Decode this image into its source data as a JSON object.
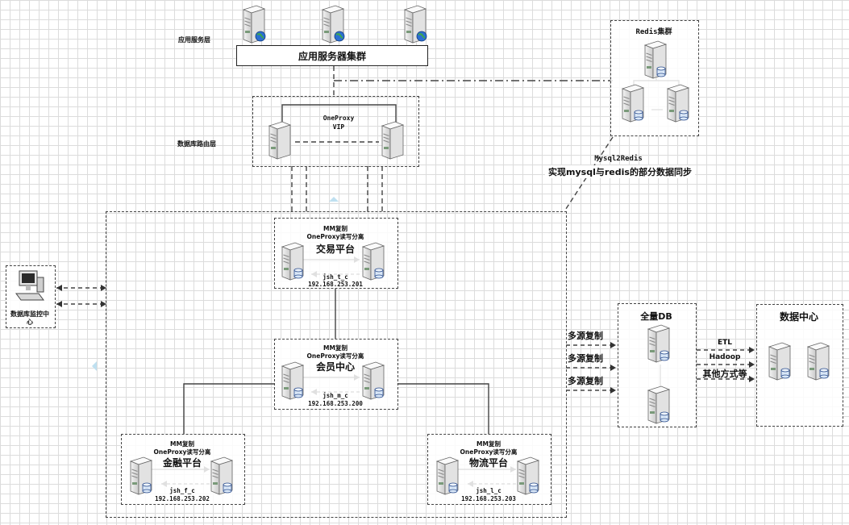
{
  "layers": {
    "app_layer": "应用服务层",
    "app_cluster": "应用服务器集群",
    "router_layer": "数据库路由层"
  },
  "oneproxy": {
    "name": "OneProxy",
    "vip": "VIP"
  },
  "redis": {
    "title": "Redis集群"
  },
  "sync": {
    "line1": "Mysql2Redis",
    "line2": "实现mysql与redis的部分数据同步"
  },
  "monitor": {
    "label": "数据库监控中心"
  },
  "platforms": {
    "trade": {
      "mm": "MM复制",
      "proxy": "OneProxy读写分离",
      "name": "交易平台",
      "db": "jsh_t_c",
      "ip": "192.168.253.201"
    },
    "member": {
      "mm": "MM复制",
      "proxy": "OneProxy读写分离",
      "name": "会员中心",
      "db": "jsh_m_c",
      "ip": "192.168.253.200"
    },
    "finance": {
      "mm": "MM复制",
      "proxy": "OneProxy读写分离",
      "name": "金融平台",
      "db": "jsh_f_c",
      "ip": "192.168.253.202"
    },
    "logistics": {
      "mm": "MM复制",
      "proxy": "OneProxy读写分离",
      "name": "物流平台",
      "db": "jsh_l_c",
      "ip": "192.168.253.203"
    }
  },
  "replication": [
    "多源复制",
    "多源复制",
    "多源复制"
  ],
  "fulldb": {
    "title": "全量DB"
  },
  "etl": [
    "ETL",
    "Hadoop",
    "其他方式等"
  ],
  "datacenter": {
    "title": "数据中心"
  },
  "icons": [
    "server-icon",
    "globe-icon",
    "database-icon",
    "computer-icon"
  ]
}
